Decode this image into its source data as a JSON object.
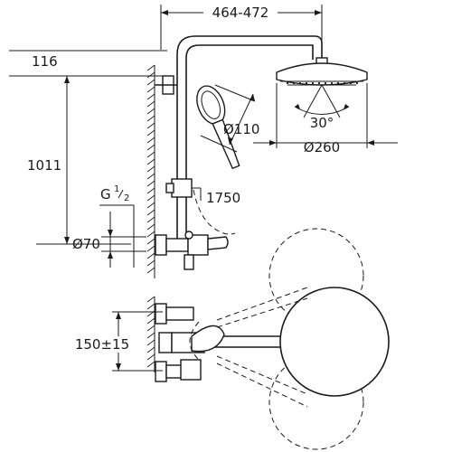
{
  "dimensions": {
    "arm_reach": "464-472",
    "top_offset": "116",
    "height": "1011",
    "thread_g": "G",
    "thread_num": "1",
    "thread_den": "2",
    "pipe_diameter": "Ø70",
    "hand_shower": "Ø110",
    "head_shower": "Ø260",
    "angle": "30°",
    "hose": "1750",
    "spacing": "150±15"
  }
}
